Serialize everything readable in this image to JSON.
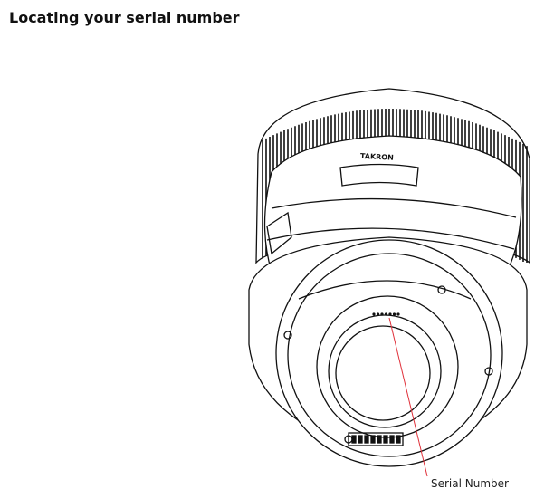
{
  "title": "Locating your serial number",
  "diagram": {
    "brand_marking": "TAKRON",
    "callout_label": "Serial Number",
    "callout_color": "#e0303a"
  }
}
